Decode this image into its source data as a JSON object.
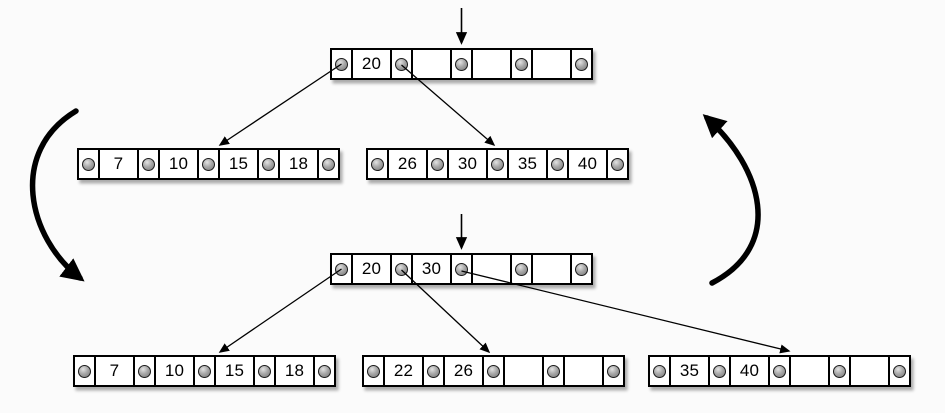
{
  "colors": {
    "background": "#fbfbfb",
    "node_fill": "#ffffff",
    "node_border": "#000000",
    "pointer_dot": "#8f8f8f",
    "arrow": "#000000"
  },
  "before": {
    "root": {
      "keys": [
        "20",
        "",
        "",
        ""
      ]
    },
    "leaves": [
      {
        "keys": [
          "7",
          "10",
          "15",
          "18"
        ]
      },
      {
        "keys": [
          "26",
          "30",
          "35",
          "40"
        ]
      }
    ],
    "edges": [
      "root-pointer-0 -> leaf-0",
      "root-pointer-1 -> leaf-1"
    ],
    "insert_marker": "down-arrow above root"
  },
  "after": {
    "root": {
      "keys": [
        "20",
        "30",
        "",
        ""
      ]
    },
    "leaves": [
      {
        "keys": [
          "7",
          "10",
          "15",
          "18"
        ]
      },
      {
        "keys": [
          "22",
          "26",
          "",
          ""
        ]
      },
      {
        "keys": [
          "35",
          "40",
          "",
          ""
        ]
      }
    ],
    "edges": [
      "root-pointer-0 -> leaf-0",
      "root-pointer-1 -> leaf-1",
      "root-pointer-2 -> leaf-2"
    ],
    "insert_marker": "down-arrow above root"
  },
  "cycle": {
    "left_arrow": "curved arrow pointing down (before -> after)",
    "right_arrow": "curved arrow pointing up (after -> before)"
  }
}
